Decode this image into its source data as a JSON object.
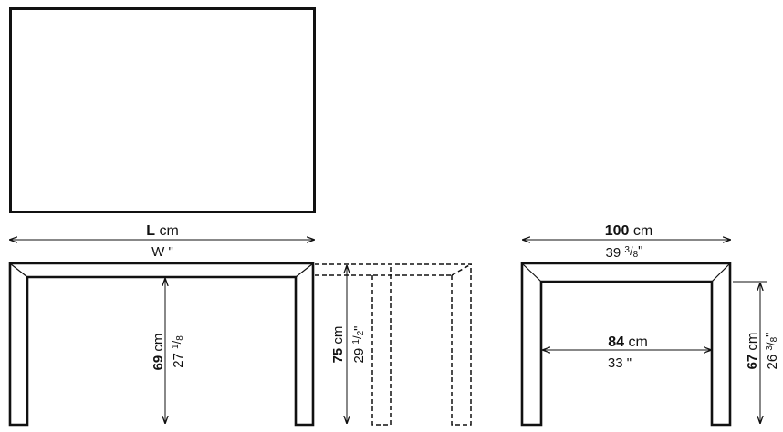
{
  "top_view": {},
  "width_dim": {
    "value": "L",
    "unit": "cm",
    "imperial": "W \""
  },
  "height_dim_left": {
    "value": "69",
    "unit": "cm",
    "whole": "27",
    "num": "1",
    "den": "8",
    "inch": ""
  },
  "height_dim_mid": {
    "value": "75",
    "unit": "cm",
    "whole": "29",
    "num": "1",
    "den": "2",
    "inch": "\""
  },
  "depth_dim": {
    "value": "100",
    "unit": "cm",
    "whole": "39",
    "num": "3",
    "den": "8",
    "inch": "\""
  },
  "inner_dim": {
    "value": "84",
    "unit": "cm",
    "imperial": "33 \""
  },
  "height_dim_right": {
    "value": "67",
    "unit": "cm",
    "whole": "26",
    "num": "3",
    "den": "8",
    "inch": "\""
  }
}
